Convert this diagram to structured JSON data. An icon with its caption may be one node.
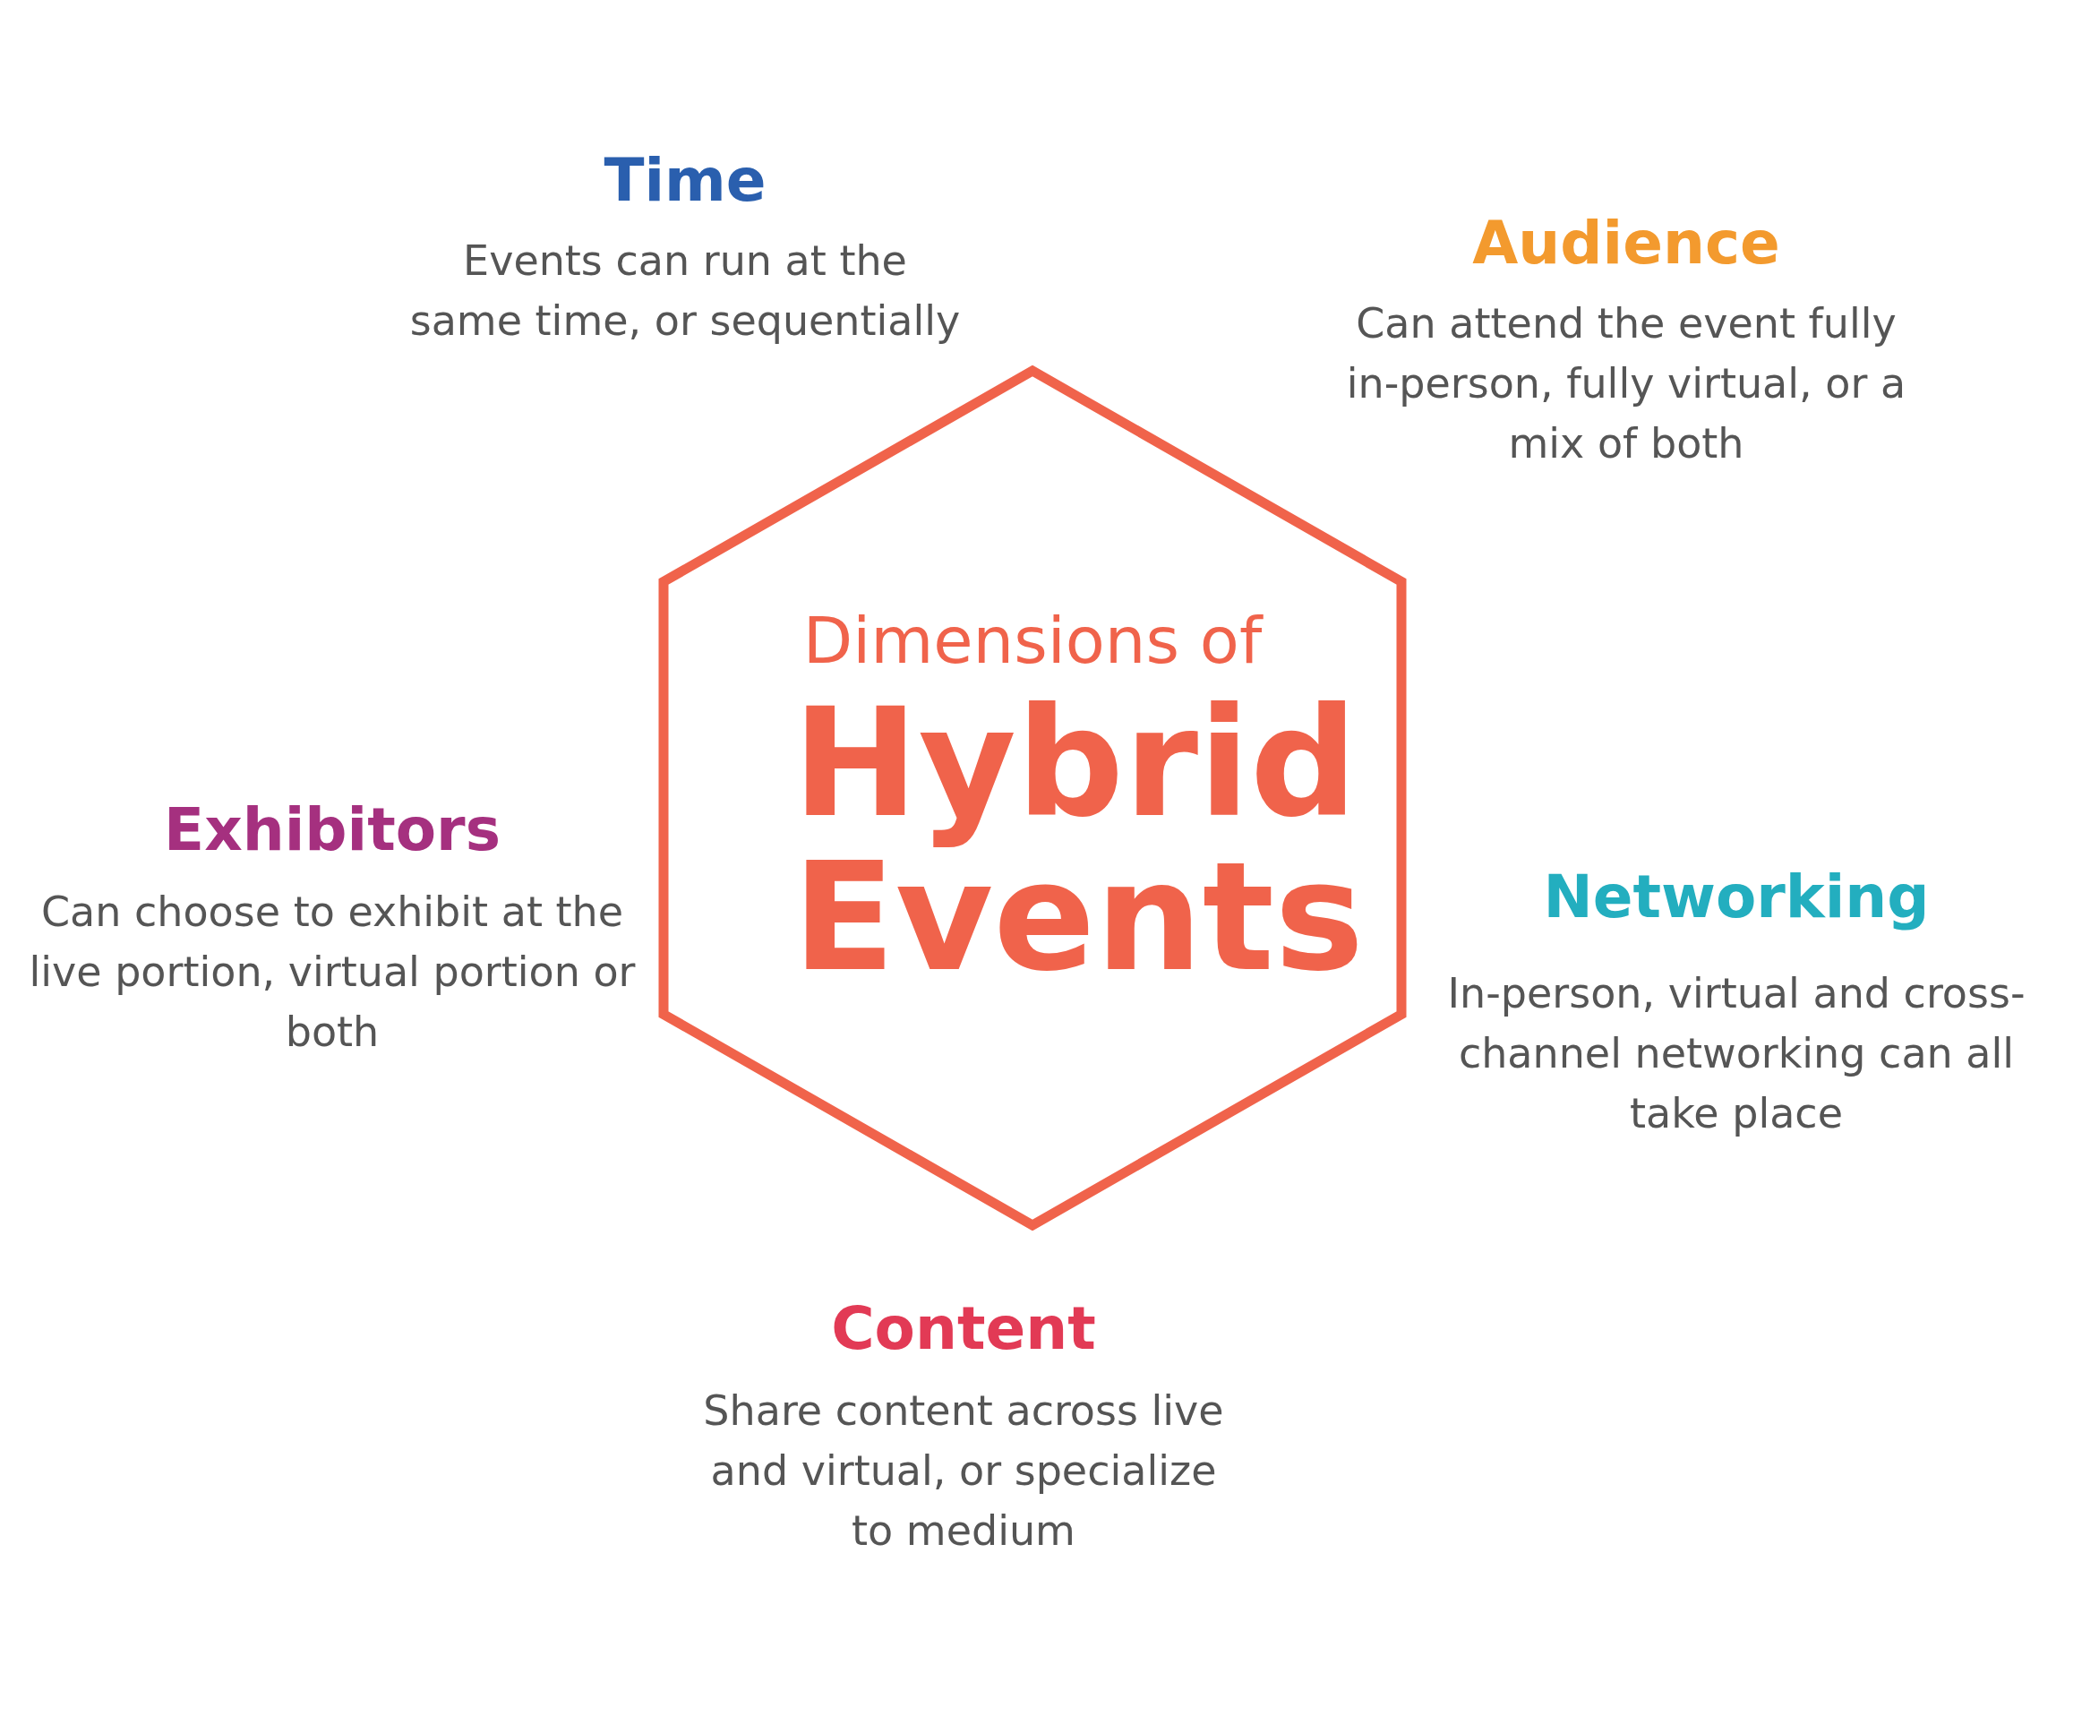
{
  "diagram": {
    "nodes": [
      {
        "text": [
          "Dimensions of",
          "Hybrid Events"
        ]
      }
    ],
    "edges": [],
    "labels": [
      "Time",
      "Events can run at the same time, or sequentially",
      "Audience",
      "Can attend the event fully in-person, fully virtual, or a mix of both",
      "Exhibitors",
      "Can choose to exhibit at the live portion, virtual portion or both",
      "Networking",
      "In-person, virtual and cross-channel networking can all take place",
      "Content",
      "Share content across live and virtual, or specialize to medium"
    ]
  }
}
